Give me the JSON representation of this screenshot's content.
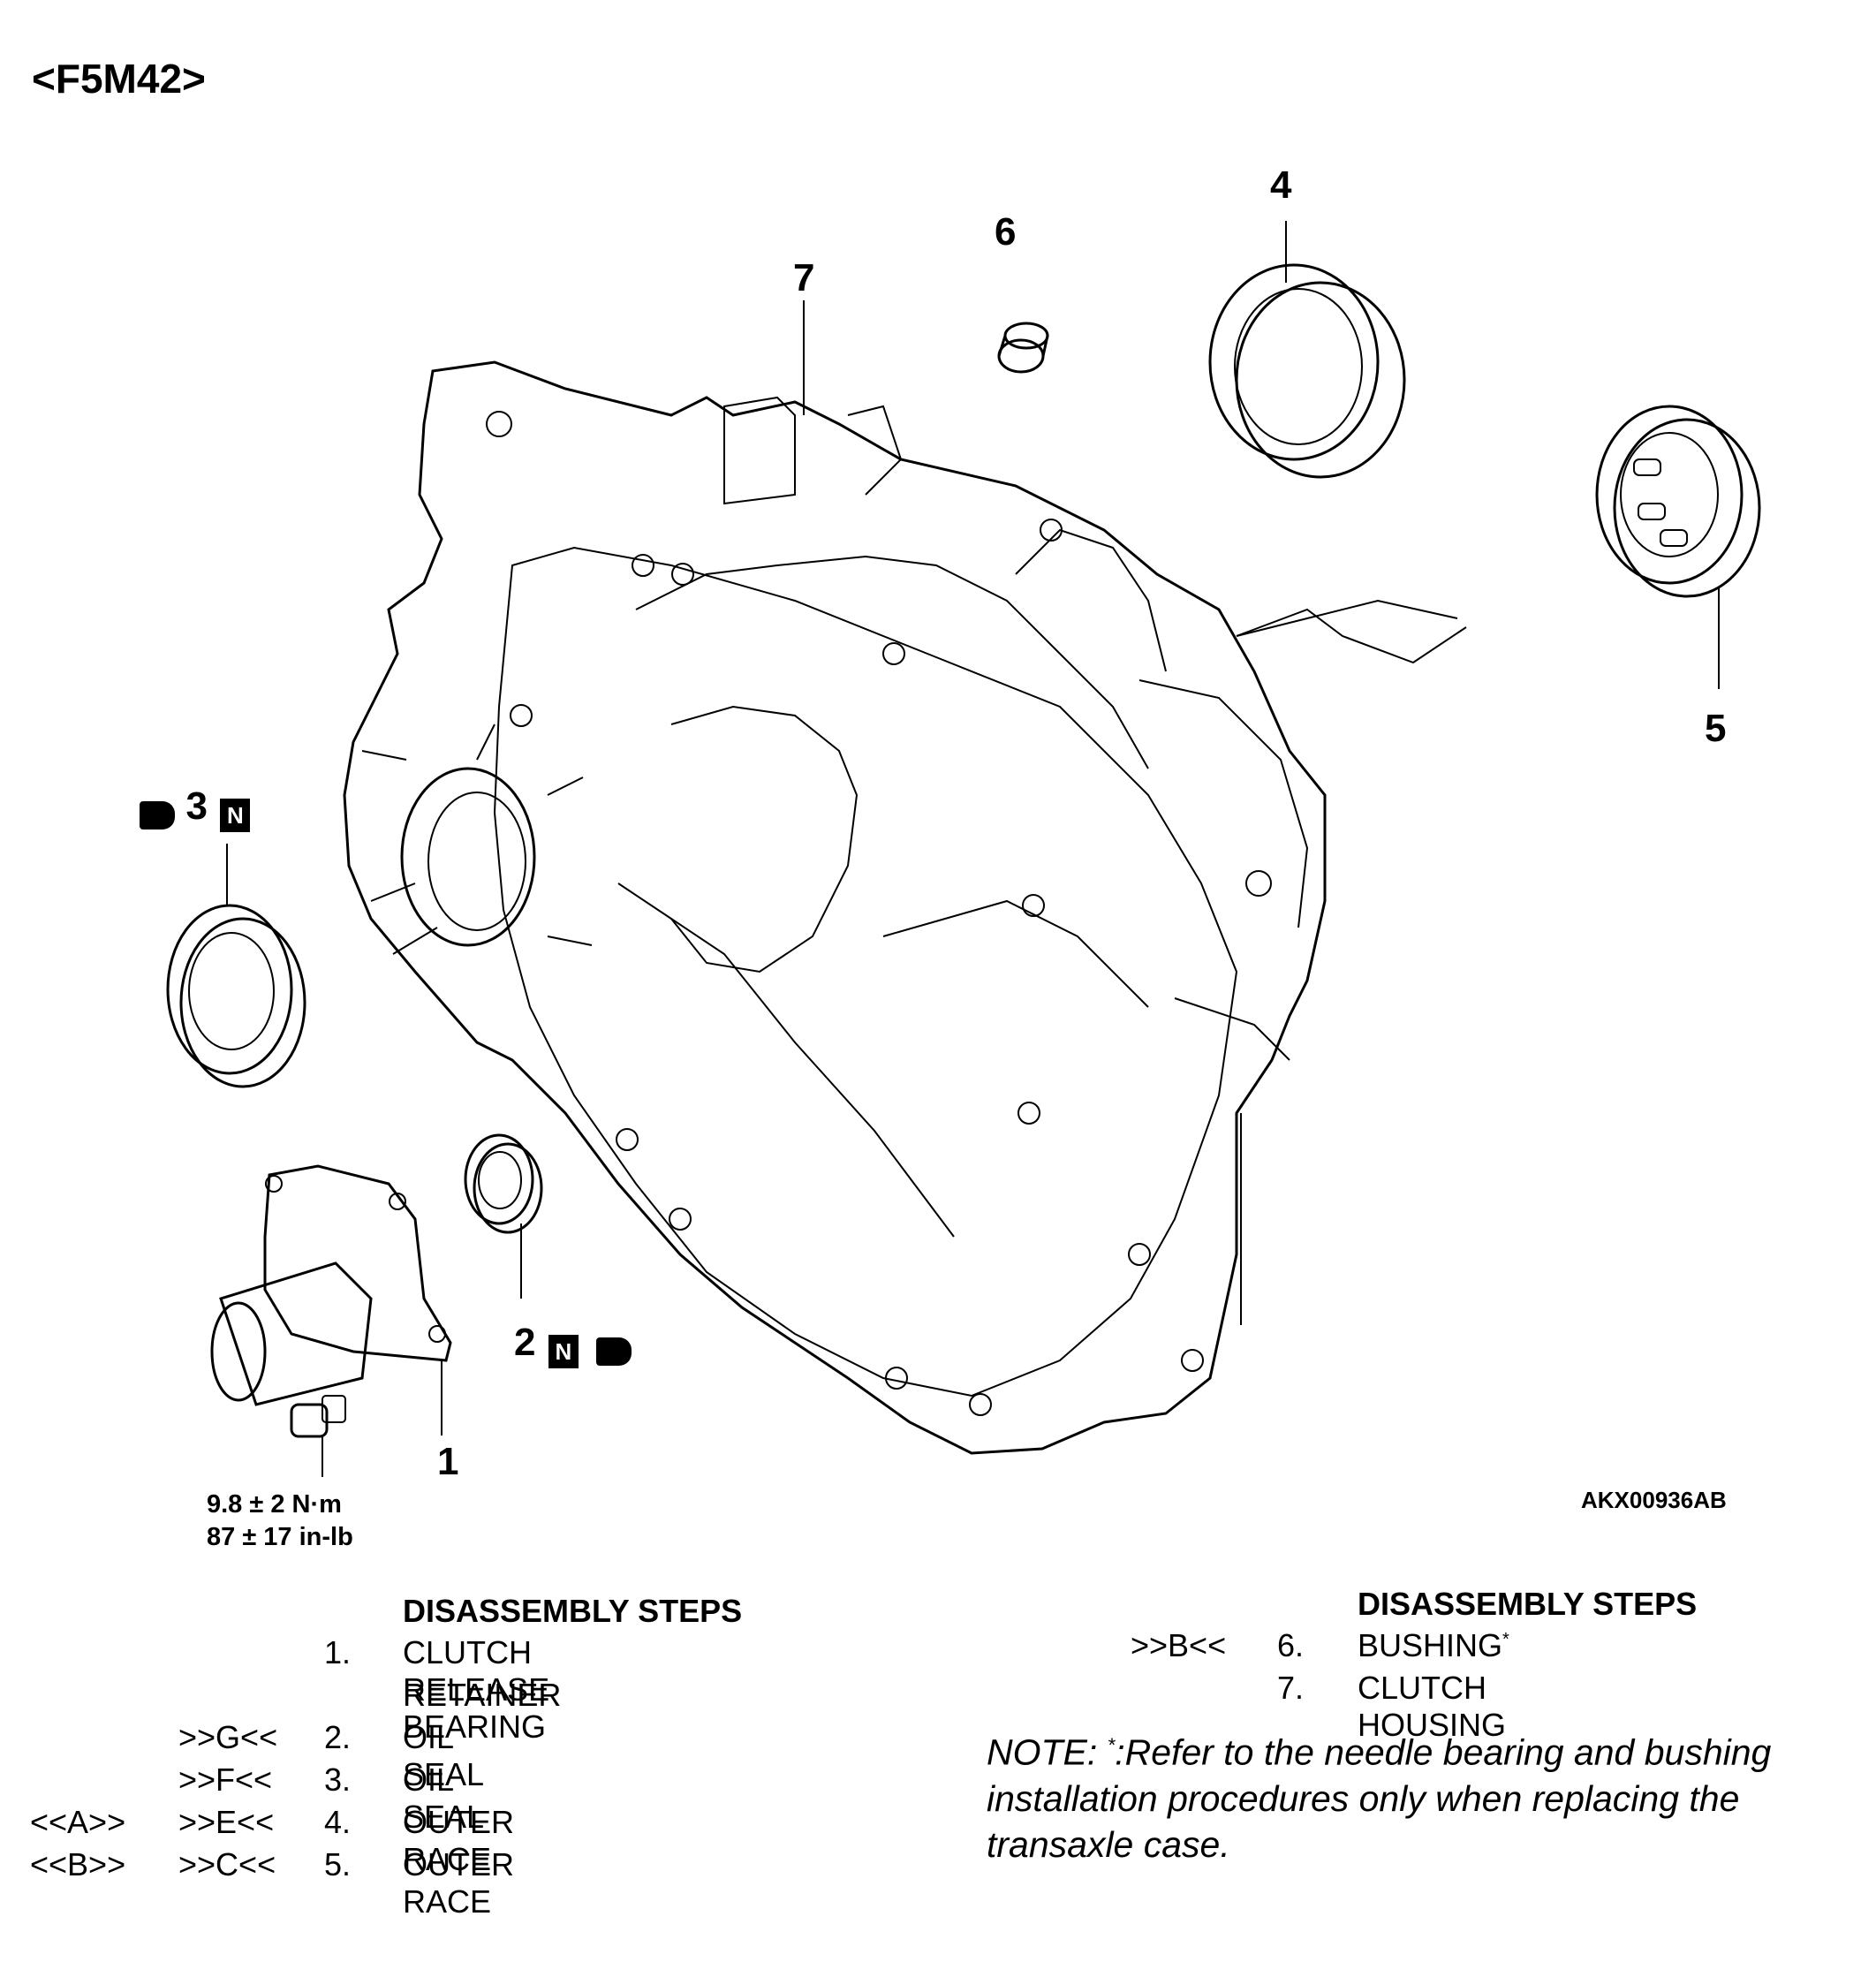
{
  "model": "<F5M42>",
  "figure_id": "AKX00936AB",
  "torque": {
    "metric": "9.8 ± 2 N·m",
    "imperial": "87 ± 17 in-lb"
  },
  "callouts": {
    "c1": "1",
    "c2": "2",
    "c3": "3",
    "c4": "4",
    "c5": "5",
    "c6": "6",
    "c7": "7",
    "n_symbol": "N"
  },
  "left_steps": {
    "heading": "DISASSEMBLY STEPS",
    "rows": [
      {
        "a": "",
        "b": "",
        "num": "1.",
        "text": "CLUTCH RELEASE BEARING"
      },
      {
        "a": "",
        "b": "",
        "num": "",
        "text": "RETAINER"
      },
      {
        "a": "",
        "b": ">>G<<",
        "num": "2.",
        "text": "OIL SEAL"
      },
      {
        "a": "",
        "b": ">>F<<",
        "num": "3.",
        "text": "OIL SEAL"
      },
      {
        "a": "<<A>>",
        "b": ">>E<<",
        "num": "4.",
        "text": "OUTER RACE"
      },
      {
        "a": "<<B>>",
        "b": ">>C<<",
        "num": "5.",
        "text": "OUTER RACE"
      }
    ]
  },
  "right_steps": {
    "heading": "DISASSEMBLY STEPS",
    "rows": [
      {
        "b": ">>B<<",
        "num": "6.",
        "text": "BUSHING",
        "sup": "*"
      },
      {
        "b": "",
        "num": "7.",
        "text": "CLUTCH HOUSING",
        "sup": ""
      }
    ]
  },
  "note": {
    "prefix": "NOTE: ",
    "star": "*",
    "text": ":Refer to the needle bearing and bushing installation procedures only when replacing the transaxle case."
  }
}
